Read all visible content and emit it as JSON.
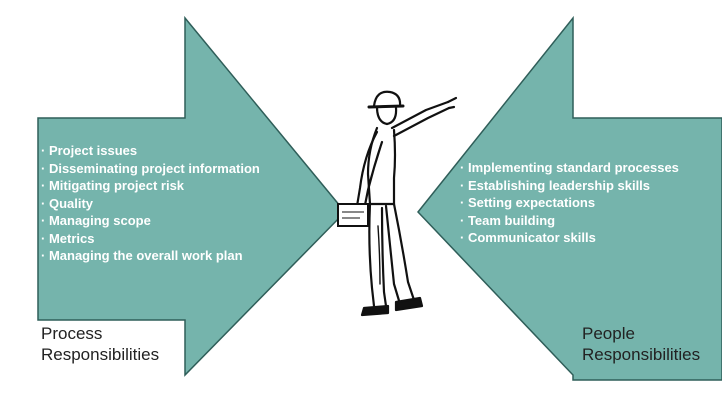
{
  "process": {
    "items": [
      "Project issues",
      "Disseminating project information",
      "Mitigating project risk",
      "Quality",
      "Managing scope",
      "Metrics",
      "Managing the overall work plan"
    ],
    "caption_line1": "Process",
    "caption_line2": "Responsibilities"
  },
  "people": {
    "items": [
      "Implementing standard processes",
      "Establishing leadership skills",
      "Setting  expectations",
      "Team building",
      "Communicator skills"
    ],
    "caption_line1": "People",
    "caption_line2": "Responsibilities"
  },
  "colors": {
    "arrow_fill": "#75b4ac",
    "arrow_stroke": "#2f5e59",
    "figure": "#111111"
  },
  "icons": {
    "center_figure": "pointing-worker-hardhat-icon"
  }
}
